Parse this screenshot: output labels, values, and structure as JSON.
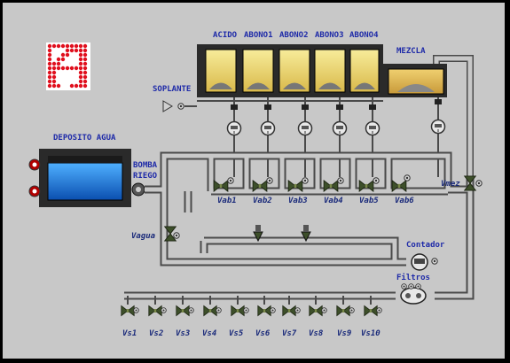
{
  "colors": {
    "background": "#c8c8c8",
    "border": "#000000",
    "pipe_fill": "#c8c8c8",
    "pipe_edge": "#4a4a4a",
    "tank_body": "#2a2a2a",
    "liquid": "#f2e27a",
    "water": "#1b7be0",
    "valve": "#3d4f2a",
    "label": "#1a1a66",
    "logo_red": "#e0101e"
  },
  "tanks": {
    "acido_label": "ACIDO",
    "abono1_label": "ABONO1",
    "abono2_label": "ABONO2",
    "abono3_label": "ABONO3",
    "abono4_label": "ABONO4",
    "mezcla_label": "MEZCLA",
    "deposito_label": "DEPOSITO AGUA"
  },
  "equipment": {
    "soplante_label": "SOPLANTE",
    "bomba_label_1": "BOMBA",
    "bomba_label_2": "RIEGO",
    "contador_label": "Contador",
    "filtros_label": "Filtros"
  },
  "dosing_valves": {
    "vab1": "Vab1",
    "vab2": "Vab2",
    "vab3": "Vab3",
    "vab4": "Vab4",
    "vab5": "Vab5",
    "vab6": "Vab6",
    "vmez": "Vmez",
    "vagua": "Vagua"
  },
  "sector_valves": {
    "vs1": "Vs1",
    "vs2": "Vs2",
    "vs3": "Vs3",
    "vs4": "Vs4",
    "vs5": "Vs5",
    "vs6": "Vs6",
    "vs7": "Vs7",
    "vs8": "Vs8",
    "vs9": "Vs9",
    "vs10": "Vs10"
  },
  "logo_letter": "A"
}
